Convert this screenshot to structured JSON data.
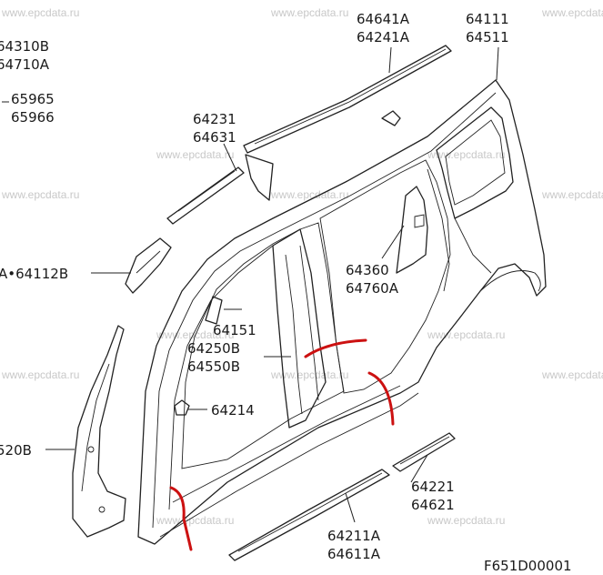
{
  "watermark": "www.epcdata.ru",
  "labels": {
    "p64641A": "64641A",
    "p64241A": "64241A",
    "p64111": "64111",
    "p64511": "64511",
    "p64310B": "64310B",
    "p64710A": "64710A",
    "p65965": "65965",
    "p65966": "65966",
    "p64231": "64231",
    "p64631": "64631",
    "p64112B": "A•64112B",
    "p64360": "64360",
    "p64760A": "64760A",
    "p64151": "64151",
    "p64250B": "64250B",
    "p64550B": "64550B",
    "p64214": "64214",
    "p520B": "520B",
    "p64221": "64221",
    "p64621": "64621",
    "p64211A": "64211A",
    "p64611A": "64611A"
  },
  "diagram_code": "F651D00001"
}
